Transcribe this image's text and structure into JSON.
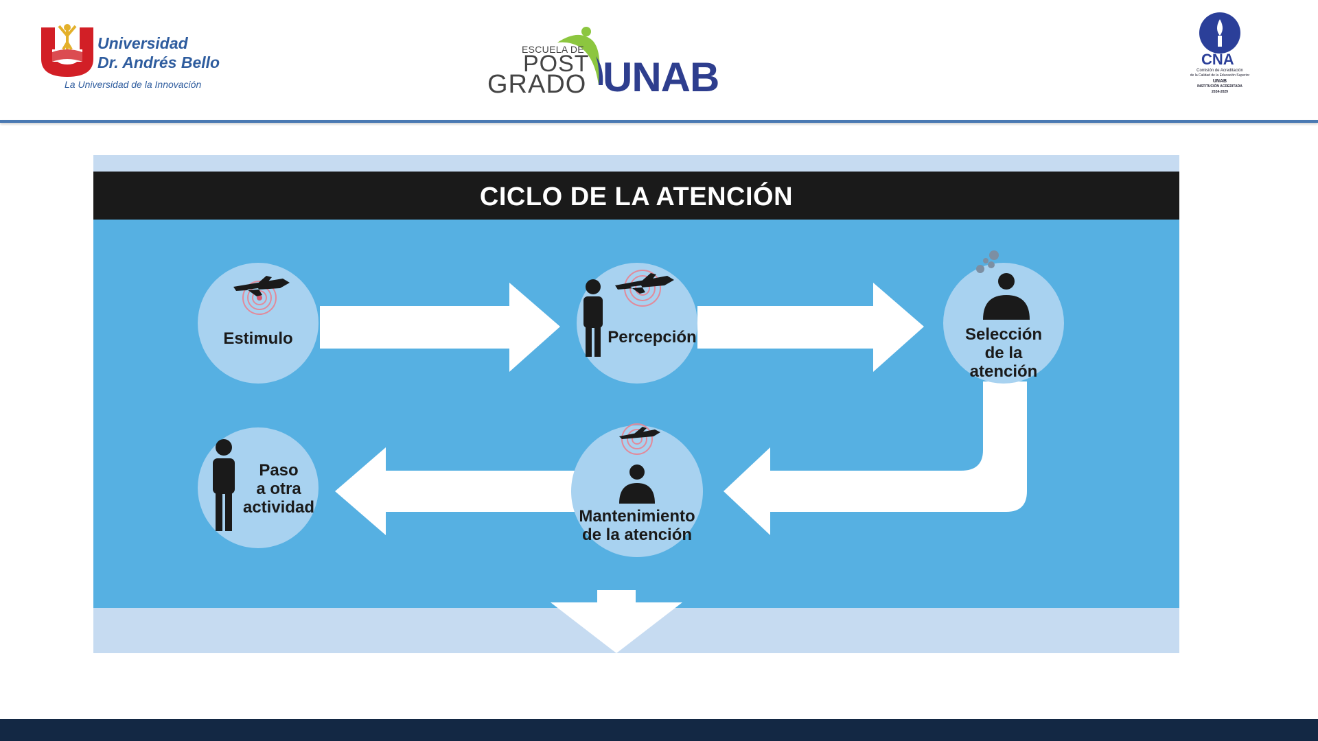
{
  "header": {
    "university_logo": {
      "name_line1": "Universidad",
      "name_line2": "Dr. Andrés Bello",
      "tagline": "La Universidad de la Innovación"
    },
    "postgrado_logo": {
      "escuela": "ESCUELA DE",
      "post": "POST",
      "grado": "GRADO",
      "unab": "UNAB"
    },
    "accreditation_logo": {
      "acronym": "CNA",
      "line1": "Comisión de Acreditación",
      "line2": "de la Calidad de la Educación Superior",
      "line3": "UNAB",
      "line4": "INSTITUCIÓN ACREDITADA",
      "line5": "2024-2029"
    }
  },
  "diagram": {
    "title": "CICLO DE LA ATENCIÓN",
    "steps": {
      "estimulo": "Estimulo",
      "percepcion": "Percepción",
      "seleccion": [
        "Selección",
        "de la",
        "atención"
      ],
      "mantenimiento": [
        "Mantenimiento",
        "de la atención"
      ],
      "paso": [
        "Paso",
        "a otra",
        "actividad"
      ]
    }
  },
  "colors": {
    "header_rule": "#4a79b2",
    "footer": "#132844",
    "diagram_background": "#56b0e2",
    "diagram_band": "#c6dbf1",
    "circle_fill": "#a8d2f0",
    "title_bar": "#1a1a1a"
  }
}
